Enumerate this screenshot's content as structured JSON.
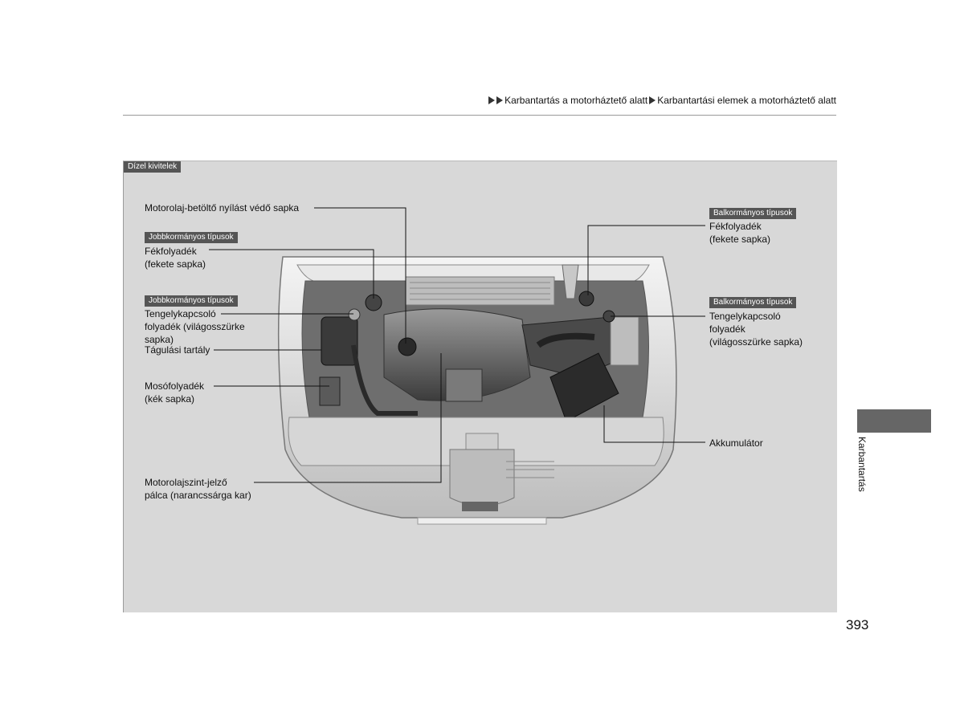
{
  "header": {
    "crumb1": "Karbantartás a motorháztető alatt",
    "crumb2": "Karbantartási elemek a motorháztető alatt"
  },
  "panel": {
    "variant_tag": "Dízel kivitelek"
  },
  "labels": {
    "oil_cap": "Motorolaj-betöltő nyílást védő sapka",
    "rhd_tag_1": "Jobbkormányos típusok",
    "brake_rhd_l1": "Fékfolyadék",
    "brake_rhd_l2": "(fekete sapka)",
    "rhd_tag_2": "Jobbkormányos típusok",
    "clutch_rhd_l1": "Tengelykapcsoló",
    "clutch_rhd_l2": "folyadék (világosszürke",
    "clutch_rhd_l3": "sapka)",
    "expansion_tank": "Tágulási tartály",
    "washer_l1": "Mosófolyadék",
    "washer_l2": "(kék sapka)",
    "dipstick_l1": "Motorolajszint-jelző",
    "dipstick_l2": "pálca (narancssárga kar)",
    "lhd_tag_1": "Balkormányos típusok",
    "brake_lhd_l1": "Fékfolyadék",
    "brake_lhd_l2": "(fekete sapka)",
    "lhd_tag_2": "Balkormányos típusok",
    "clutch_lhd_l1": "Tengelykapcsoló",
    "clutch_lhd_l2": "folyadék",
    "clutch_lhd_l3": "(világosszürke sapka)",
    "battery": "Akkumulátor"
  },
  "side_tab": "Karbantartás",
  "page_number": "393"
}
